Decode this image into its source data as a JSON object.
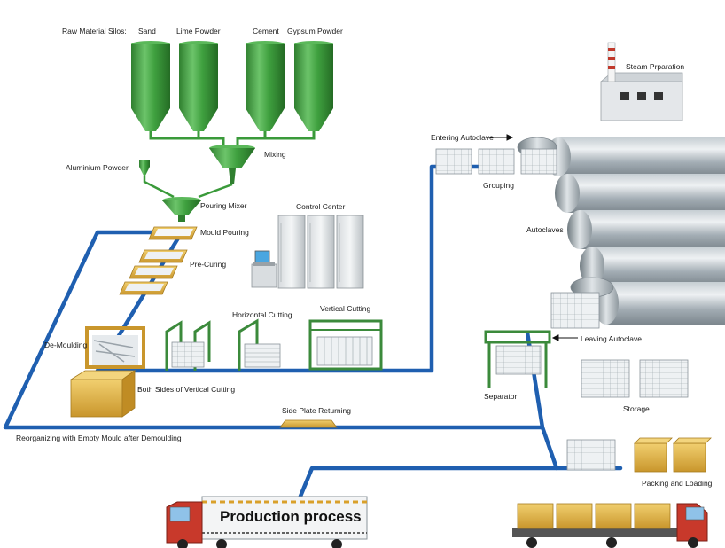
{
  "title": "Production process",
  "colors": {
    "conveyor": "#1f5fb0",
    "silo": "#3a9a3a",
    "frame": "#3b8a3b",
    "block": "#e9ecef",
    "mould": "#e3b84a",
    "autoclave": "#a9b2b8",
    "truck_cab": "#c8392b"
  },
  "labels": {
    "raw_material_silos": "Raw Material Silos:",
    "sand": "Sand",
    "lime_powder": "Lime Powder",
    "cement": "Cement",
    "gypsum_powder": "Gypsum Powder",
    "mixing": "Mixing",
    "aluminium_powder": "Aluminium Powder",
    "pouring_mixer": "Pouring Mixer",
    "mould_pouring": "Mould Pouring",
    "control_center": "Control Center",
    "pre_curing": "Pre-Curing",
    "horizontal_cutting": "Horizontal Cutting",
    "vertical_cutting": "Vertical Cutting",
    "de_moulding": "De-Moulding",
    "both_sides_vertical_cutting": "Both Sides of Vertical Cutting",
    "side_plate_returning": "Side Plate Returning",
    "reorganizing": "Reorganizing with Empty Mould after Demoulding",
    "steam_preparation": "Steam Prparation",
    "entering_autoclave": "Entering Autoclave",
    "grouping": "Grouping",
    "autoclaves": "Autoclaves",
    "leaving_autoclave": "Leaving Autoclave",
    "separator": "Separator",
    "storage": "Storage",
    "packing_and_loading": "Packing and Loading"
  }
}
